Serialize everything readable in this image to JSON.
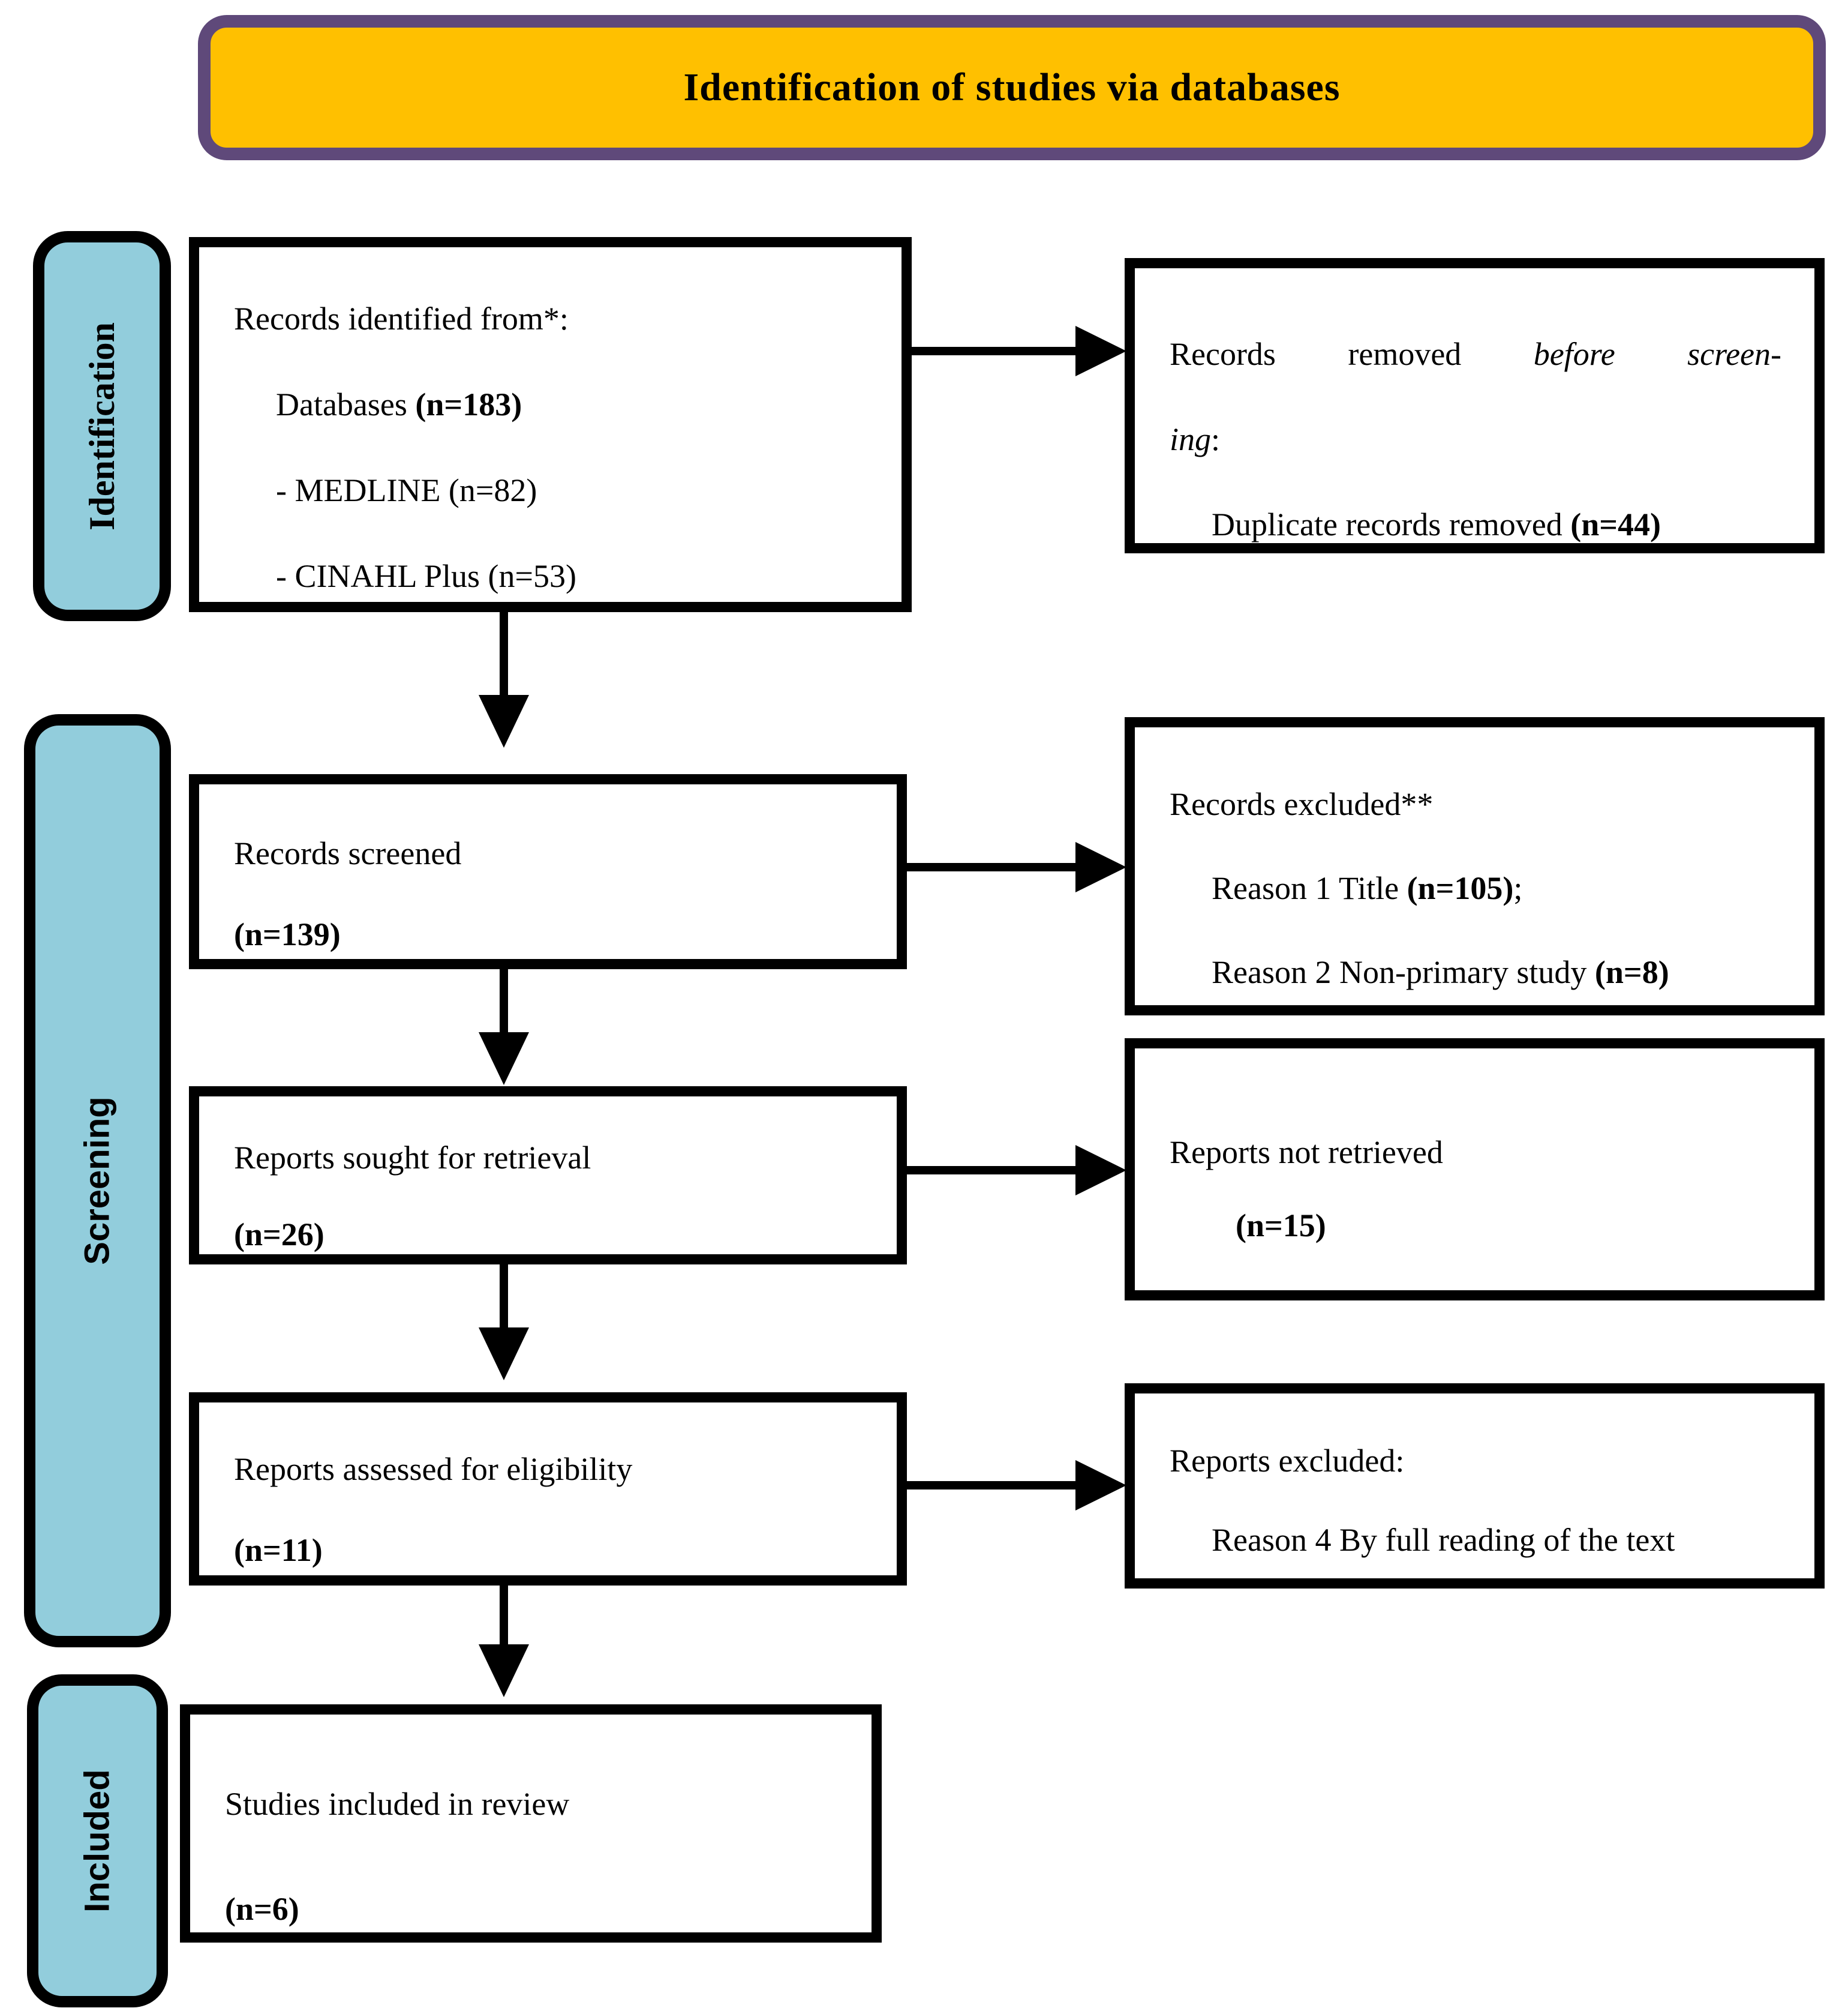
{
  "diagram": {
    "title": "Identification of studies via databases",
    "stages": {
      "identification": "Identification",
      "screening": "Screening",
      "included": "Included"
    },
    "boxes": {
      "records_identified": {
        "line1": "Records identified from*:",
        "line2_normal": "Databases ",
        "line2_bold": "(n=183)",
        "line3": "- MEDLINE (n=82)",
        "line4": "- CINAHL Plus (n=53)"
      },
      "records_removed": {
        "line1_normal": "Records removed ",
        "line1_italic": "before screen-",
        "line2_italic": "ing",
        "line2_normal": ":",
        "line3_normal": "Duplicate records removed ",
        "line3_bold": "(n=44)"
      },
      "records_screened": {
        "line1": "Records screened",
        "line2_bold": "(n=139)"
      },
      "records_excluded": {
        "line1": "Records excluded**",
        "line2_normal": "Reason 1 Title ",
        "line2_bold": "(n=105)",
        "line2_suffix": ";",
        "line3_normal": "Reason 2 Non-primary study ",
        "line3_bold": "(n=8)"
      },
      "reports_sought": {
        "line1": "Reports sought for retrieval",
        "line2_bold": "(n=26)"
      },
      "reports_not_retrieved": {
        "line1": "Reports not retrieved",
        "line2_bold": "(n=15)"
      },
      "reports_assessed": {
        "line1": "Reports assessed for eligibility",
        "line2_bold": "(n=11)"
      },
      "reports_excluded": {
        "line1": "Reports excluded:",
        "line2": "Reason 4 By full reading of the text"
      },
      "studies_included": {
        "line1": "Studies included in review",
        "line2_bold": "(n=6)"
      }
    },
    "colors": {
      "title_fill": "#FFC000",
      "title_border": "#5F497A",
      "stage_fill": "#92CDDC",
      "box_border": "#000000",
      "box_fill": "#FFFFFF"
    }
  }
}
